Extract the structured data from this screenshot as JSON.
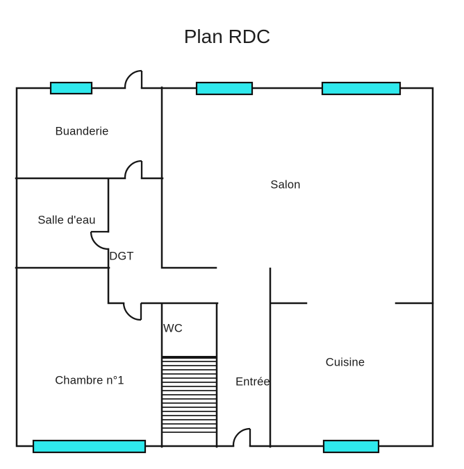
{
  "title": "Plan RDC",
  "rooms": [
    {
      "name": "Buanderie"
    },
    {
      "name": "Salon"
    },
    {
      "name": "Salle d'eau"
    },
    {
      "name": "DGT"
    },
    {
      "name": "Chambre n°1"
    },
    {
      "name": "WC"
    },
    {
      "name": "Entrée"
    },
    {
      "name": "Cuisine"
    }
  ],
  "colors": {
    "window_fill": "#2FE9ED",
    "wall": "#161616",
    "background": "#ffffff",
    "text": "#1b1b1b"
  },
  "counts": {
    "windows": 5,
    "door_swings": 5,
    "stair_treads": 18
  }
}
